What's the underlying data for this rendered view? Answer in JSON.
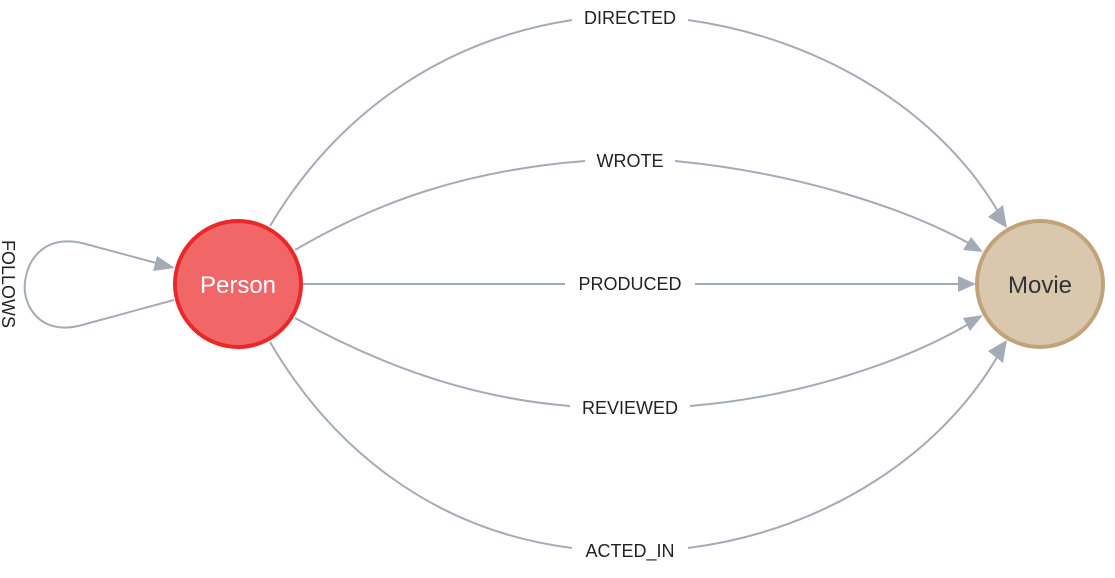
{
  "nodes": {
    "person": {
      "label": "Person",
      "fill": "#f16667",
      "stroke": "#eb2728",
      "text_color": "#ffffff"
    },
    "movie": {
      "label": "Movie",
      "fill": "#d9c8ae",
      "stroke": "#c0a378",
      "text_color": "#333333"
    }
  },
  "relationships": {
    "follows": "FOLLOWS",
    "directed": "DIRECTED",
    "wrote": "WROTE",
    "produced": "PRODUCED",
    "reviewed": "REVIEWED",
    "acted_in": "ACTED_IN"
  },
  "edge_color": "#a5abb6"
}
